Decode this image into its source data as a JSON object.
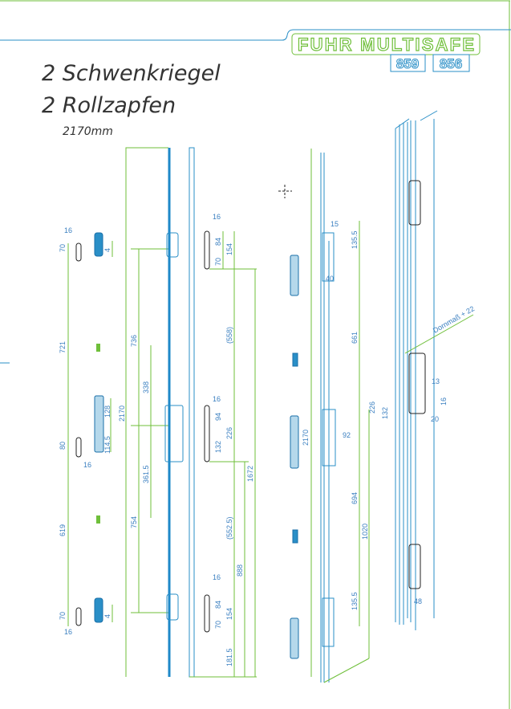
{
  "logo": {
    "brand": "FUHR MULTISAFE",
    "models": [
      "859",
      "856"
    ]
  },
  "title": {
    "line1": "2 Schwenkriegel",
    "line2": "2 Rollzapfen",
    "length": "2170mm"
  },
  "left_view": {
    "slot_dims": {
      "w_top": "16",
      "h_top": "70",
      "gap1": "721",
      "h_mid": "80",
      "w_mid": "16",
      "gap2": "619",
      "h_bot": "70",
      "w_bot": "16"
    },
    "plate_dims": {
      "top": "4",
      "mid_a": "128",
      "mid_b": "114.5",
      "bot": "4"
    },
    "overall": "2170",
    "bar_dims": {
      "upper": "736",
      "lower": "754",
      "mid_upper": "338",
      "mid_lower": "361.5"
    }
  },
  "middle_view": {
    "top": {
      "w": "16",
      "a": "84",
      "b": "70",
      "total": "154"
    },
    "mid": {
      "w": "16",
      "a": "94",
      "b": "132",
      "total": "226"
    },
    "bot": {
      "w": "16",
      "a": "84",
      "b": "70",
      "total": "154"
    },
    "spans": {
      "upper": "(558)",
      "lower": "(552.5)",
      "d888": "888",
      "d1672": "1672",
      "d181": "181.5"
    }
  },
  "iso_view": {
    "overall": "2170",
    "top_a": "135.5",
    "top_w": "15",
    "top_b": "40",
    "d661": "661",
    "d92": "92",
    "d226": "226",
    "d132": "132",
    "d694": "694",
    "d1020": "1020",
    "bot_a": "135.5",
    "frame": {
      "dornmass": "Dornmaß + 22",
      "d13": "13",
      "d16": "16",
      "d20": "20",
      "d48": "48"
    }
  },
  "colors": {
    "dimension": "#6fbf3a",
    "part": "#2a8fc7",
    "text": "#333333"
  }
}
